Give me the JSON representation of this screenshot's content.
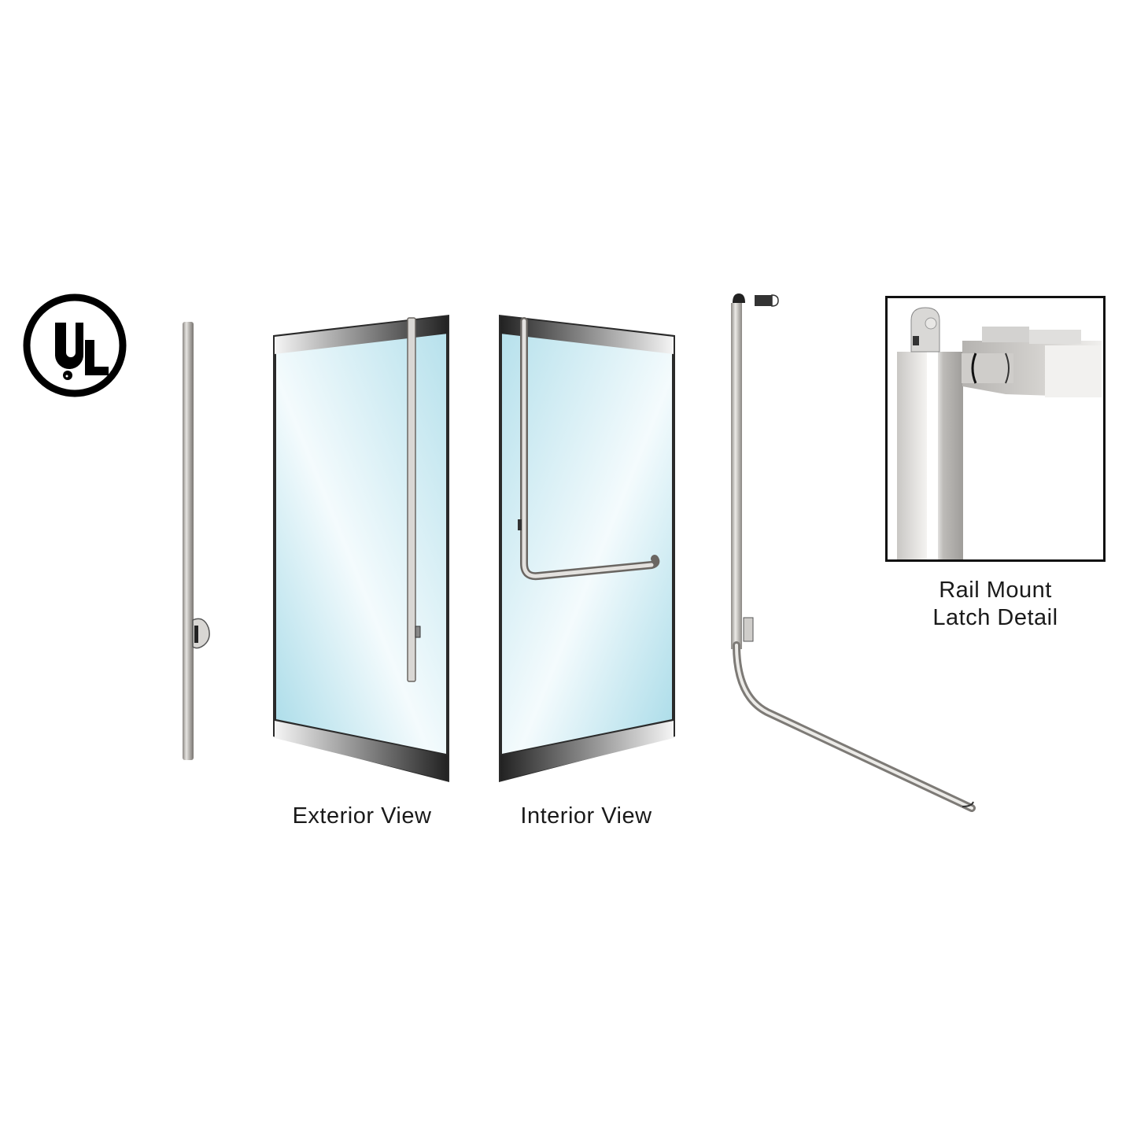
{
  "logo": {
    "name": "UL certification mark",
    "letters": "UL",
    "color": "#000000"
  },
  "figures": {
    "pull_handle": {
      "label": ""
    },
    "exterior_door": {
      "caption": "Exterior View"
    },
    "interior_door": {
      "caption": "Interior View"
    },
    "panic_bar": {
      "label": ""
    },
    "latch_detail": {
      "caption_line1": "Rail Mount",
      "caption_line2": "Latch Detail"
    }
  },
  "colors": {
    "glass_light": "#f2fafd",
    "glass_tint": "#a9dbe8",
    "rail_dark": "#2b2b2b",
    "rail_light": "#f0f0f0",
    "metal": "#b9b6b2",
    "background": "#ffffff"
  }
}
